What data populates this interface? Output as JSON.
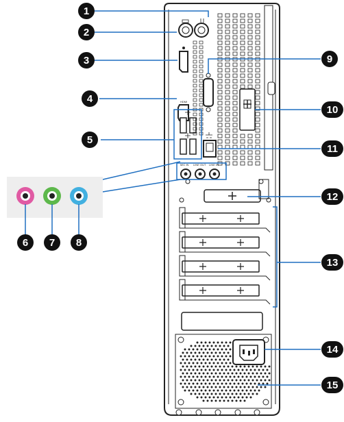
{
  "port_labels": {
    "hdmi": "HDMI",
    "mic_in": "MIC IN",
    "line_out": "LINE OUT",
    "line_in": "LINE IN"
  },
  "callouts": [
    "1",
    "2",
    "3",
    "4",
    "5",
    "6",
    "7",
    "8",
    "9",
    "10",
    "11",
    "12",
    "13",
    "14",
    "15"
  ],
  "colors": {
    "callout_fill": "#111111",
    "leader_blue": "#1f6fc0",
    "mic_pink": "#e05aa3",
    "line_out_green": "#5db84b",
    "line_in_blue": "#42b0e0",
    "zoom_box_fill": "#eeeeee",
    "chassis_stroke": "#222222"
  }
}
